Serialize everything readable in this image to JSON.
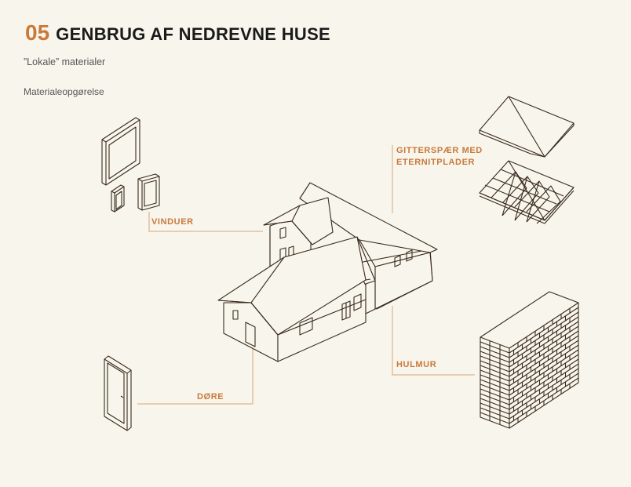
{
  "header": {
    "number": "05",
    "title": "GENBRUG AF NEDREVNE HUSE",
    "subtitle": "”Lokale” materialer",
    "section": "Materialeopgørelse"
  },
  "callouts": {
    "vinduer": "VINDUER",
    "gitterspaer_line1": "GITTERSPÆR MED",
    "gitterspaer_line2": "ETERNITPLADER",
    "hulmur": "HULMUR",
    "doere": "DØRE"
  },
  "colors": {
    "accent": "#c9793a",
    "background": "#f8f6ec",
    "linework": "#3a2a1e"
  }
}
